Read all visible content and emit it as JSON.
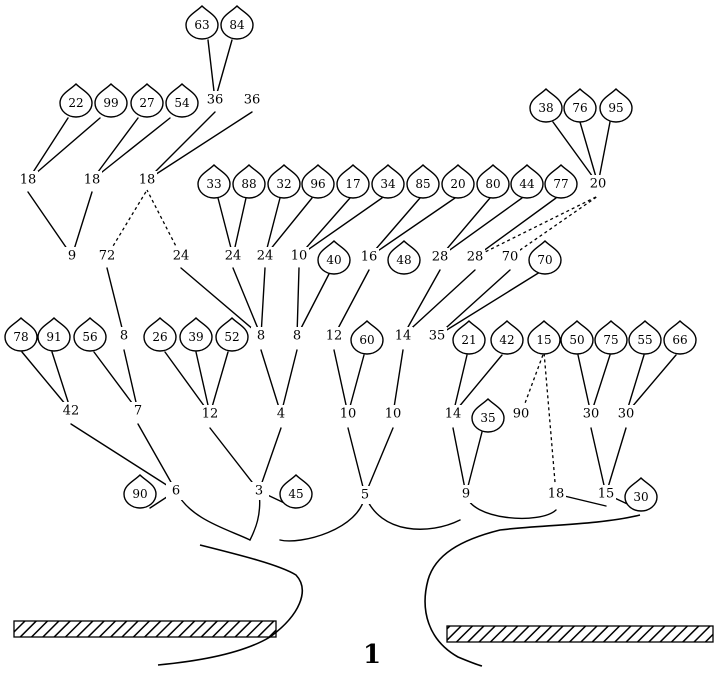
{
  "figure_label": "1",
  "leaves": [
    "63",
    "84",
    "22",
    "99",
    "27",
    "54",
    "38",
    "76",
    "95",
    "33",
    "88",
    "32",
    "96",
    "17",
    "34",
    "85",
    "20",
    "80",
    "44",
    "77",
    "40",
    "48",
    "70",
    "78",
    "91",
    "56",
    "26",
    "39",
    "52",
    "60",
    "21",
    "42",
    "15",
    "50",
    "75",
    "55",
    "66",
    "35",
    "90",
    "45",
    "30"
  ],
  "nodes": [
    "36",
    "36",
    "18",
    "18",
    "18",
    "20",
    "9",
    "72",
    "24",
    "24",
    "24",
    "10",
    "16",
    "28",
    "28",
    "70",
    "8",
    "8",
    "8",
    "12",
    "14",
    "35",
    "42",
    "7",
    "12",
    "4",
    "10",
    "10",
    "14",
    "90",
    "30",
    "30",
    "6",
    "3",
    "5",
    "9",
    "18",
    "15"
  ]
}
